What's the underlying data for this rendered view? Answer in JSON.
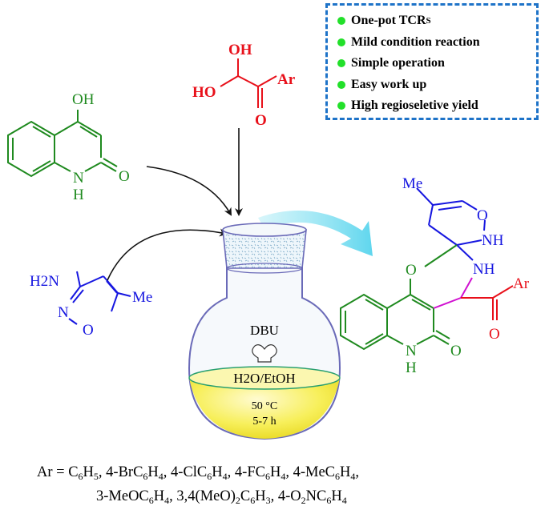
{
  "advantages": [
    {
      "text": "One-pot TCR",
      "sub": "S"
    },
    {
      "text": "Mild condition reaction",
      "sub": ""
    },
    {
      "text": "Simple operation",
      "sub": ""
    },
    {
      "text": "Easy work up",
      "sub": ""
    },
    {
      "text": "High regioseletive yield",
      "sub": ""
    }
  ],
  "colors": {
    "quinolinone": "#1f8a1f",
    "aldehyde": "#e8101a",
    "isoxazole": "#1616e0",
    "new_bond": "#d010d0",
    "box_border": "#1e73c8",
    "bullet": "#22e02a",
    "arrow": "#8fe4f2",
    "solvent": "#f4ee4a"
  },
  "reactant_quinolinone": {
    "oh": "OH",
    "nh_n": "N",
    "nh_h": "H",
    "carbonyl_o": "O"
  },
  "reactant_aldehyde": {
    "oh_top": "OH",
    "ho_left": "HO",
    "ar": "Ar",
    "carbonyl_o": "O"
  },
  "reactant_amine": {
    "nh2": "H2N",
    "ring_n": "N",
    "ring_o": "O",
    "me": "Me"
  },
  "conditions": {
    "catalyst": "DBU",
    "solvent": "H2O/EtOH",
    "temperature": "50 °C",
    "time": "5-7 h"
  },
  "product": {
    "me": "Me",
    "ring_o": "O",
    "nh_top": "NH",
    "nh_mid": "NH",
    "o_bridge": "O",
    "ar": "Ar",
    "carbonyl_o": "O",
    "nh_n": "N",
    "nh_h": "H",
    "lactam_o": "O"
  },
  "ar_definition": {
    "line1": "Ar = C6H5, 4-BrC6H4, 4-ClC6H4, 4-FC6H4, 4-MeC6H4,",
    "line2": "3-MeOC6H4, 3,4(MeO)2C6H3, 4-O2NC6H4"
  }
}
